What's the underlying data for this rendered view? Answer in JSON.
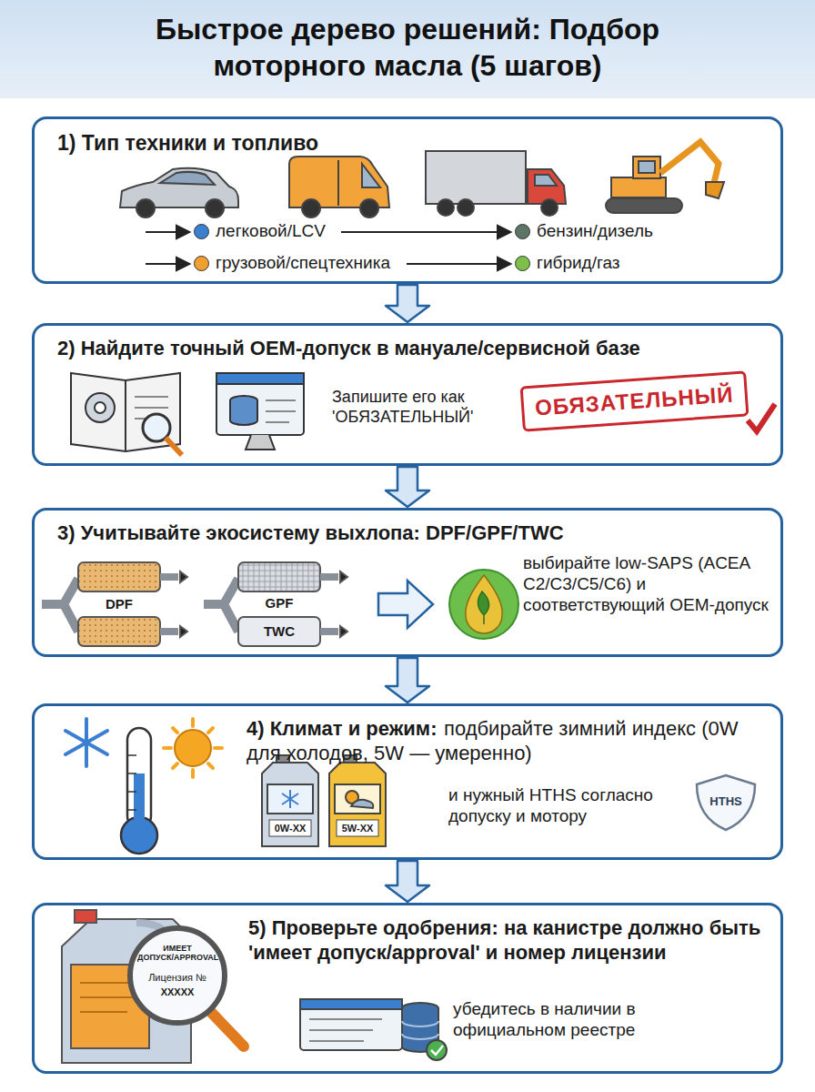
{
  "diagram": {
    "title": "Быстрое дерево решений: Подбор моторного масла (5 шагов)",
    "nodes": [
      {
        "text": [
          "1) Тип техники и топливо"
        ]
      },
      {
        "text": [
          "2) Найдите точный OEM-допуск в мануале/сервисной базе",
          "Запишите его как 'ОБЯЗАТЕЛЬНЫЙ'"
        ]
      },
      {
        "text": [
          "ОБЯЗАТЕЛЬНЫЙ"
        ],
        "in": 1
      },
      {
        "text": [
          "3) Учитывайте экосистему выхлопа: DPF/GPF/TWC",
          "выбирайте low-SAPS (ACEA C2/C3/C5/C6) и соответствующий OEM-допуск"
        ]
      },
      {
        "text": [
          "4) Климат и режим:",
          "подбирайте зимний индекс (0W для холодов, 5W — умеренно)",
          "и нужный HTHS согласно допуску и мотору"
        ]
      },
      {
        "text": [
          "5) Проверьте одобрения: на канистре должно быть 'имеет допуск/approval' и номер лицензии",
          "убедитесь в наличии в официальном реестре"
        ]
      }
    ],
    "edges": [
      {
        "from": 0,
        "to": 1,
        "arrow": "to"
      },
      {
        "from": 1,
        "to": 3,
        "arrow": "to"
      },
      {
        "from": 3,
        "to": 4,
        "arrow": "to"
      },
      {
        "from": 4,
        "to": 5,
        "arrow": "to"
      }
    ],
    "labels": [
      "DPF",
      "GPF",
      "TWC",
      "0W-XX",
      "5W-XX",
      "HTHS",
      "ИМЕЕТ ДОПУСК/APPROVAL",
      "Лицензия №",
      "XXXXX"
    ],
    "legend": [
      {
        "text": "легковой/LCV",
        "color": "#3b7fd0"
      },
      {
        "text": "бензин/дизель",
        "color": "#5d7566"
      },
      {
        "text": "грузовой/спецтехника",
        "color": "#f0a030"
      },
      {
        "text": "гибрид/газ",
        "color": "#7cc04a"
      }
    ]
  }
}
